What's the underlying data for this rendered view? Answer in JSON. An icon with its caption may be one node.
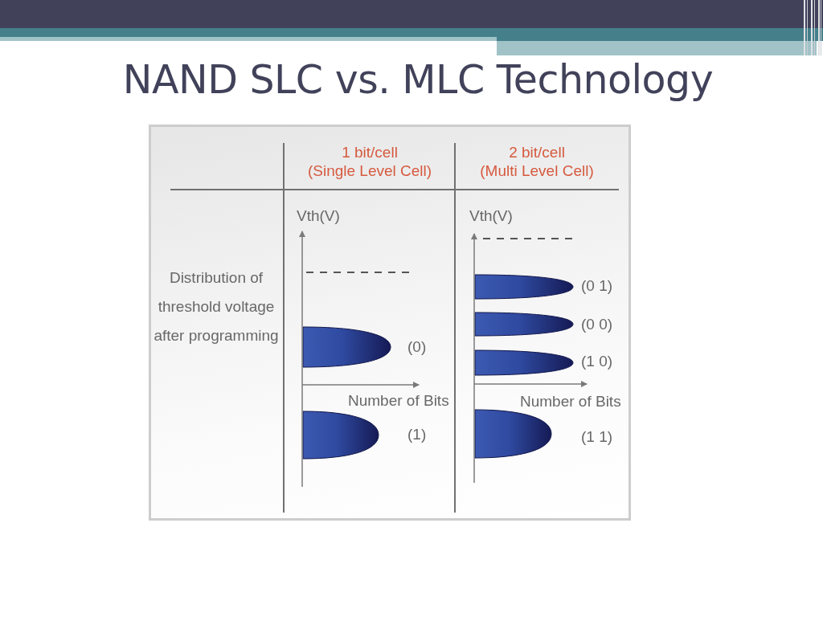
{
  "diagram": {
    "title": "NAND SLC vs. MLC Technology",
    "labels": [
      "1 bit/cell",
      "(Single Level Cell)",
      "2 bit/cell",
      "(Multi Level Cell)",
      "Vth(V)",
      "Vth(V)",
      "Distribution of threshold voltage after programming",
      "(0 1)",
      "(0 0)",
      "(0)",
      "(1 0)",
      "Number of Bits",
      "Number of Bits",
      "(1)",
      "(1 1)"
    ]
  }
}
